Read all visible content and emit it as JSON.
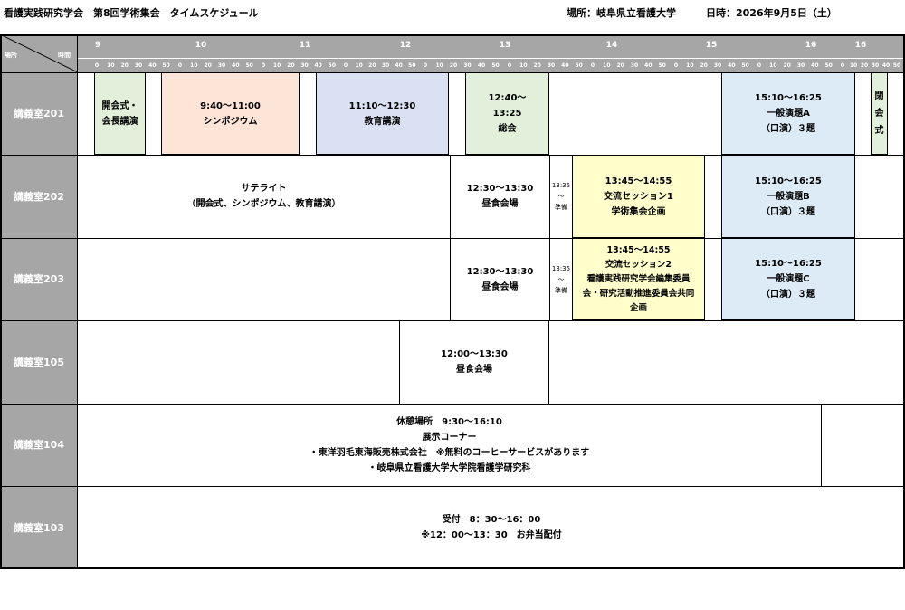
{
  "header": {
    "title": "看護実践研究学会　第8回学術集会　タイムスケジュール",
    "venue": "場所：岐阜県立看護大学",
    "date": "日時：2026年9月5日（土）"
  },
  "corner": {
    "row_label": "場所",
    "col_label": "時間"
  },
  "hours": [
    "9",
    "10",
    "11",
    "12",
    "13",
    "14",
    "15",
    "16",
    "16"
  ],
  "minute_ticks": [
    "0",
    "10",
    "20",
    "30",
    "40",
    "50"
  ],
  "rooms": [
    "講義室201",
    "講義室202",
    "講義室203",
    "講義室105",
    "講義室104",
    "講義室103"
  ],
  "sessions": {
    "r201_opening": "開会式・\n会長講演",
    "r201_symposium": "9:40～11:00\nシンポジウム",
    "r201_education": "11:10～12:30\n教育講演",
    "r201_general_meeting": "12:40～\n13:25\n総会",
    "r201_oral_a": "15:10～16:25\n一般演題A\n（口演）３題",
    "r201_closing": "閉\n会\n式",
    "r202_satellite": "サテライト\n（開会式、シンポジウム、教育講演）",
    "r202_lunch": "12:30～13:30\n昼食会場",
    "r202_prep": "13:35\n～\n準備",
    "r202_session1": "13:45～14:55\n交流セッション1\n学術集会企画",
    "r202_oral_b": "15:10～16:25\n一般演題B\n（口演）３題",
    "r203_lunch": "12:30～13:30\n昼食会場",
    "r203_prep": "13:35\n～\n準備",
    "r203_session2": "13:45～14:55\n交流セッション2\n看護実践研究学会編集委員\n会・研究活動推進委員会共同\n企画",
    "r203_oral_c": "15:10～16:25\n一般演題C\n（口演）３題",
    "r105_lunch": "12:00～13:30\n昼食会場",
    "r104_rest": "休憩場所　9:30～16:10\n展示コーナー\n・東洋羽毛東海販売株式会社　※無料のコーヒーサービスがあります\n・岐阜県立看護大学大学院看護学研究科",
    "r103_reception": "受付　8：30～16：00\n※12：00～13：30　お弁当配付"
  },
  "colors": {
    "header_gray": "#a6a6a6",
    "opening_green": "#e2efda",
    "symposium_peach": "#fce4d6",
    "education_lavender": "#d9e1f2",
    "oral_blue": "#ddebf7",
    "session_yellow": "#ffffcc"
  }
}
